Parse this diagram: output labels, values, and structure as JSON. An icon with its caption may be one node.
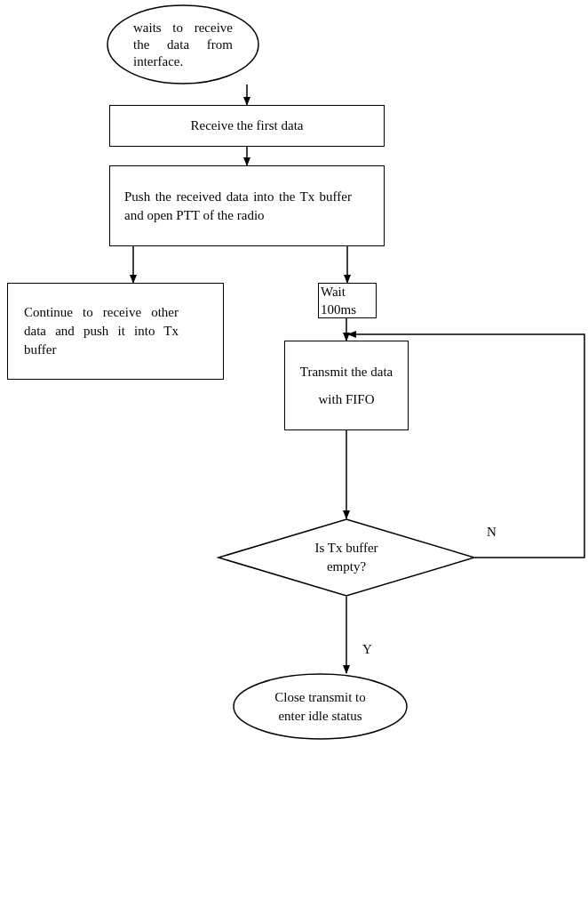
{
  "diagram": {
    "nodes": [
      {
        "text": [
          "waits to receive the data from interface."
        ]
      },
      {
        "text": [
          "Receive the first data"
        ]
      },
      {
        "text": [
          "Push the received data into the Tx buffer and open PTT of the radio"
        ]
      },
      {
        "text": [
          "Continue to receive other data and push it into Tx buffer"
        ]
      },
      {
        "text": [
          "Wait 100ms"
        ]
      },
      {
        "text": [
          "Transmit the data with FIFO"
        ]
      },
      {
        "text": [
          "Is Tx buffer empty?"
        ]
      },
      {
        "text": [
          "Close transmit to enter idle status"
        ]
      }
    ],
    "edges": [
      {
        "from": 0,
        "to": 1,
        "arrow": "to"
      },
      {
        "from": 1,
        "to": 2,
        "arrow": "to"
      },
      {
        "from": 2,
        "to": 3,
        "arrow": "to"
      },
      {
        "from": 2,
        "to": 4,
        "arrow": "to"
      },
      {
        "from": 4,
        "to": 5,
        "arrow": "to"
      },
      {
        "from": 5,
        "to": 6,
        "arrow": "to"
      },
      {
        "from": 6,
        "to": 5,
        "arrow": "to",
        "label": "N"
      },
      {
        "from": 6,
        "to": 7,
        "arrow": "to",
        "label": "Y"
      }
    ]
  }
}
